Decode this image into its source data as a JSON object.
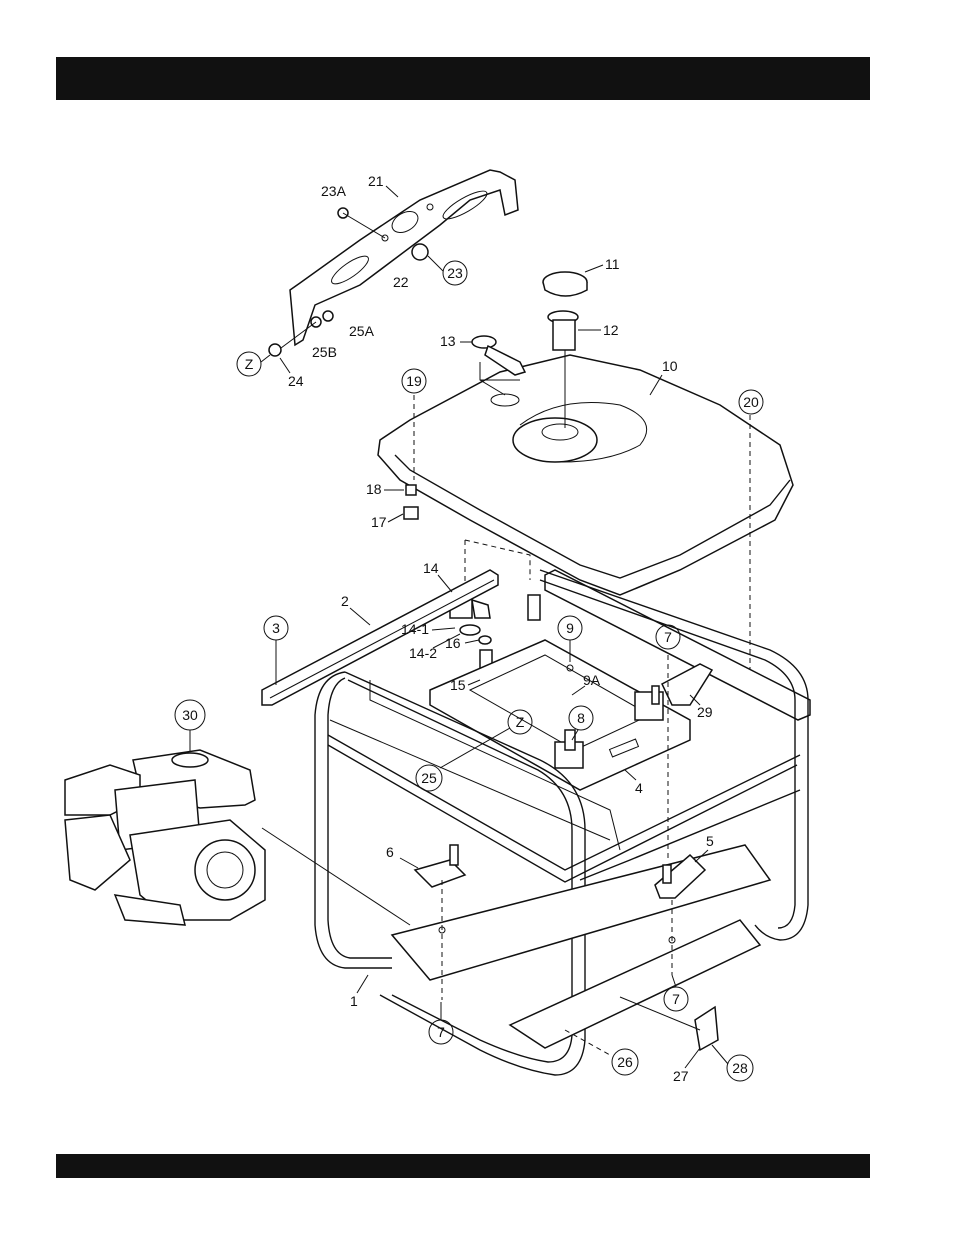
{
  "page": {
    "header_bar_text": "",
    "footer_bar_text": ""
  },
  "diagram": {
    "engine_caption": "",
    "callouts": {
      "c1": "1",
      "c2": "2",
      "c3": "3",
      "c4": "4",
      "c5": "5",
      "c6": "6",
      "c7a": "7",
      "c7b": "7",
      "c7c": "7",
      "c8": "8",
      "c9": "9",
      "c9a": "9A",
      "c10": "10",
      "c11": "11",
      "c12": "12",
      "c13": "13",
      "c14": "14",
      "c14_1": "14-1",
      "c14_2": "14-2",
      "c15": "15",
      "c16": "16",
      "c17": "17",
      "c18": "18",
      "c19": "19",
      "c20": "20",
      "c21": "21",
      "c22": "22",
      "c23": "23",
      "c23a": "23A",
      "c24": "24",
      "c25": "25",
      "c25a": "25A",
      "c25b": "25B",
      "c26": "26",
      "c27": "27",
      "c28": "28",
      "c29": "29",
      "c30": "30",
      "cz1": "Z",
      "cz2": "Z"
    }
  }
}
